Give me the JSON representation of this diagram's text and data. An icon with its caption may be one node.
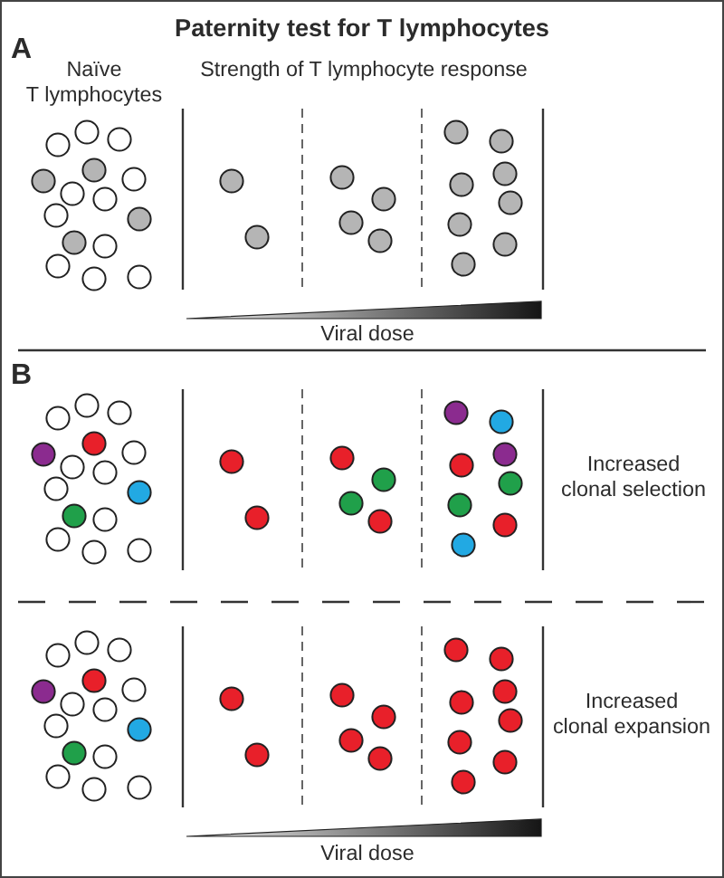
{
  "diagram": {
    "title": "Paternity test for T lymphocytes",
    "labels": [
      "A",
      "Naïve T lymphocytes",
      "Strength of T lymphocyte response",
      "Viral dose",
      "B",
      "Increased clonal selection",
      "Increased clonal expansion",
      "Viral dose"
    ]
  }
}
